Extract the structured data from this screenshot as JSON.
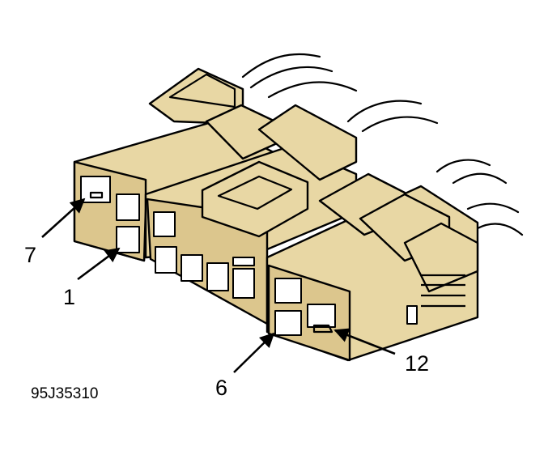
{
  "diagram": {
    "figure_id": "95J35310",
    "callouts": {
      "pin_7": "7",
      "pin_1": "1",
      "pin_6": "6",
      "pin_12": "12"
    },
    "colors": {
      "connector_body": "#e8d7a4",
      "connector_face": "#dcc68d",
      "line": "#000000",
      "background": "#ffffff"
    }
  }
}
